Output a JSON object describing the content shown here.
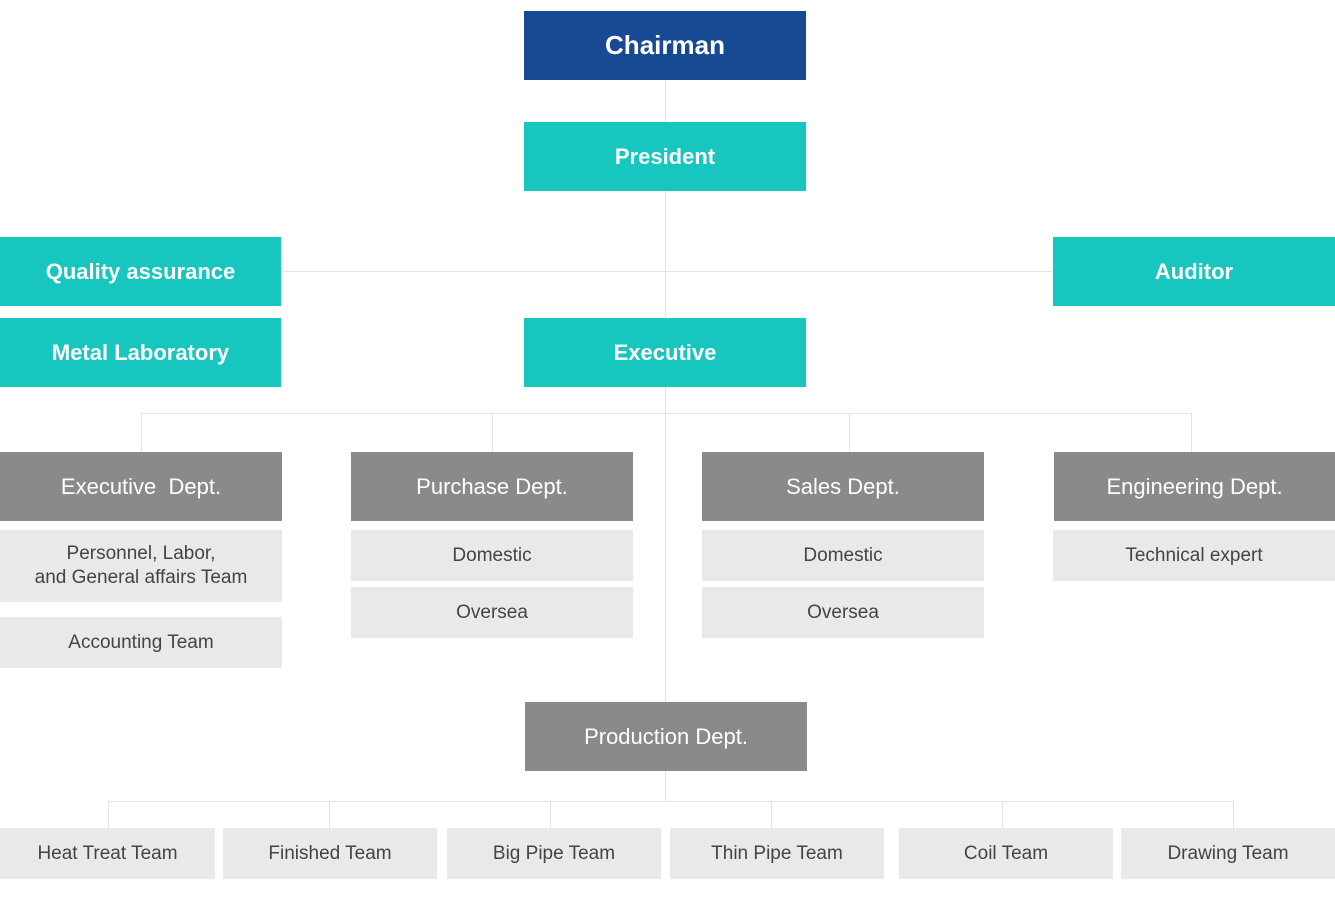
{
  "chairman": "Chairman",
  "president": "President",
  "quality_assurance": "Quality assurance",
  "metal_laboratory": "Metal Laboratory",
  "executive": "Executive",
  "auditor": "Auditor",
  "departments": {
    "executive": {
      "title": "Executive  Dept.",
      "teams": [
        "Personnel, Labor,\nand General affairs  Team",
        "Accounting Team"
      ]
    },
    "purchase": {
      "title": "Purchase Dept.",
      "teams": [
        "Domestic",
        "Oversea"
      ]
    },
    "sales": {
      "title": "Sales Dept.",
      "teams": [
        "Domestic",
        "Oversea"
      ]
    },
    "engineering": {
      "title": "Engineering Dept.",
      "teams": [
        "Technical expert"
      ]
    }
  },
  "production": {
    "title": "Production Dept.",
    "teams": [
      "Heat Treat Team",
      "Finished Team",
      "Big Pipe Team",
      "Thin Pipe Team",
      "Coil Team",
      "Drawing Team"
    ]
  },
  "colors": {
    "chairman": "#174a93",
    "teal": "#16c6bf",
    "department": "#8a8a8a",
    "team": "#e9e9e9",
    "connector": "#e4e4e4"
  }
}
